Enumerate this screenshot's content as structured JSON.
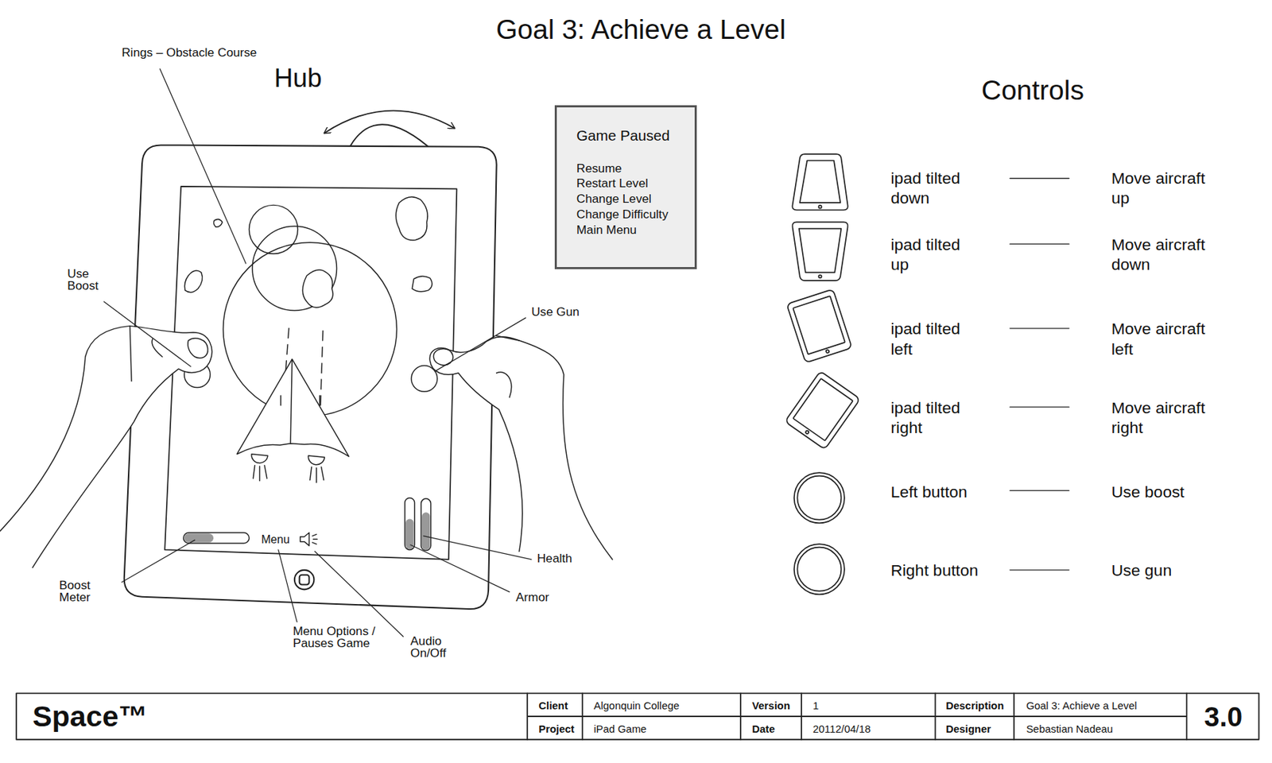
{
  "diagram": {
    "title": "Goal 3: Achieve a Level",
    "nodes": [
      {
        "text": [
          "Game Paused",
          "Resume",
          "Restart Level",
          "Change Level",
          "Change Difficulty",
          "Main Menu"
        ]
      }
    ],
    "labels": [
      "Hub",
      "Rings – Obstacle Course",
      "Use Boost",
      "Use Gun",
      "Menu",
      "Boost Meter",
      "Menu Options / Pauses Game",
      "Audio On/Off",
      "Health",
      "Armor",
      "Controls",
      "ipad tilted down",
      "Move aircraft up",
      "ipad tilted up",
      "Move aircraft down",
      "ipad tilted left",
      "Move aircraft left",
      "ipad tilted right",
      "Move aircraft right",
      "Left button",
      "Use boost",
      "Right button",
      "Use gun",
      "Space™",
      "Client",
      "Algonquin College",
      "Version",
      "1",
      "Description",
      "Goal 3: Achieve a Level",
      "Project",
      "iPad Game",
      "Date",
      "20112/04/18",
      "Designer",
      "Sebastian Nadeau",
      "3.0"
    ]
  }
}
